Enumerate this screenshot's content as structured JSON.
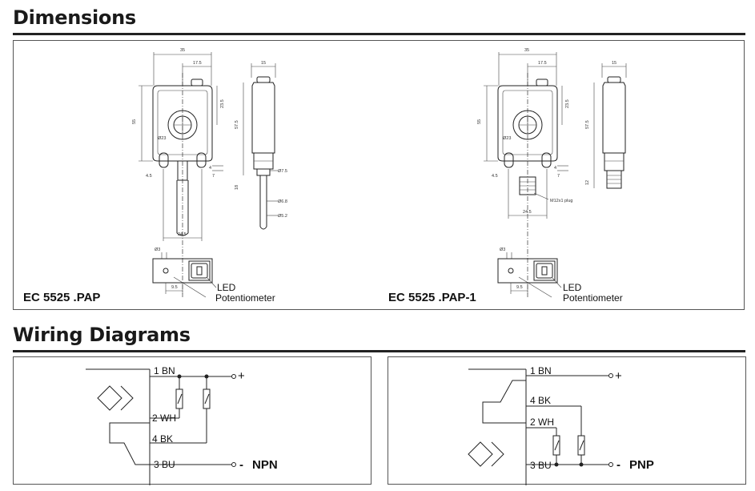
{
  "sections": {
    "dimensions_title": "Dimensions",
    "wiring_title": "Wiring Diagrams"
  },
  "dimensions": {
    "left": {
      "model": "EC 5525 .PAP",
      "label_led": "LED",
      "label_pot": "Potentiometer",
      "dims": {
        "width": "35",
        "half": "17.5",
        "height": "55",
        "top_h": "23.5",
        "ring": "Ø23",
        "hole_off": "4.5",
        "hole_small": "4",
        "hole_r": "7",
        "pitch": "24.5",
        "side_w": "15",
        "side_h": "57.5",
        "side_tail": "18",
        "d1": "Ø7.5",
        "d2": "Ø6.8",
        "d3": "Ø5.2",
        "pot_d": "Ø3",
        "pot_off": "9.5"
      }
    },
    "right": {
      "model": "EC 5525 .PAP-1",
      "label_led": "LED",
      "label_pot": "Potentiometer",
      "dims": {
        "width": "35",
        "half": "17.5",
        "height": "55",
        "top_h": "23.5",
        "ring": "Ø23",
        "hole_off": "4.5",
        "hole_small": "4",
        "hole_r": "7",
        "pitch": "24.5",
        "side_w": "15",
        "side_h": "57.5",
        "side_tail": "12",
        "plug": "M12x1 plug",
        "pot_d": "Ø3",
        "pot_off": "9.5"
      }
    }
  },
  "wiring": {
    "npn": {
      "wire1": "1 BN",
      "wire2": "2 WH",
      "wire3": "3 BU",
      "wire4": "4 BK",
      "plus": "+",
      "minus": "-",
      "type": "NPN"
    },
    "pnp": {
      "wire1": "1 BN",
      "wire2": "2 WH",
      "wire3": "3 BU",
      "wire4": "4 BK",
      "plus": "+",
      "minus": "-",
      "type": "PNP"
    }
  }
}
